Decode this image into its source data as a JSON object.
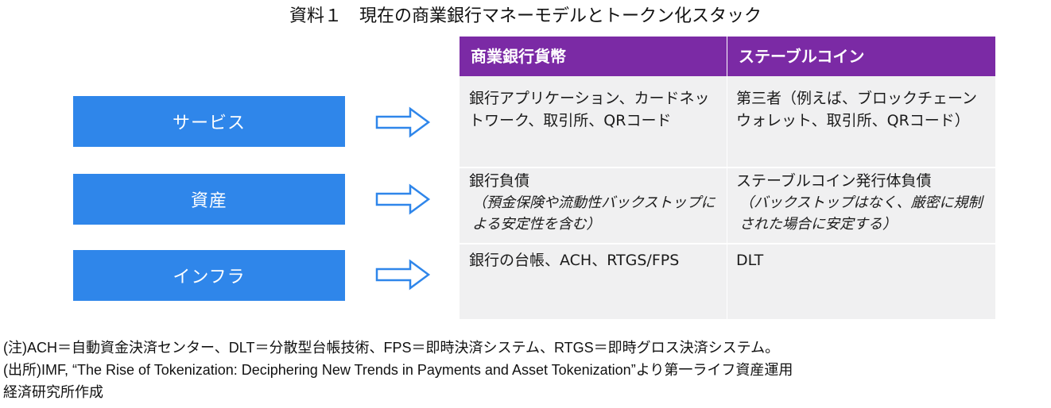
{
  "title": "資料１　現在の商業銀行マネーモデルとトークン化スタック",
  "layers": [
    {
      "label": "サービス"
    },
    {
      "label": "資産"
    },
    {
      "label": "インフラ"
    }
  ],
  "table": {
    "headers": [
      "商業銀行貨幣",
      "ステーブルコイン"
    ],
    "rows": [
      {
        "bank": "銀行アプリケーション、カードネットワーク、取引所、QRコード",
        "stable": "第三者（例えば、ブロックチェーンウォレット、取引所、QRコード）"
      },
      {
        "bank": "銀行負債",
        "bank_sub": "（預金保険や流動性バックストップによる安定性を含む）",
        "stable": "ステーブルコイン発行体負債",
        "stable_sub": "（バックストップはなく、厳密に規制された場合に安定する）"
      },
      {
        "bank": "銀行の台帳、ACH、RTGS/FPS",
        "stable": "DLT"
      }
    ]
  },
  "notes": {
    "note": "(注)ACH＝自動資金決済センター、DLT＝分散型台帳技術、FPS＝即時決済システム、RTGS＝即時グロス決済システム。",
    "source_line1": "(出所)IMF, “The Rise of Tokenization: Deciphering New Trends in Payments and Asset Tokenization”より第一ライフ資産運用",
    "source_line2": "経済研究所作成"
  },
  "colors": {
    "layer_box": "#2f86ea",
    "header": "#7b2aa5",
    "table_body": "#f0f0f1",
    "arrow": "#2f86ea"
  },
  "icons": {
    "arrow": "hollow-right-arrow-icon"
  }
}
